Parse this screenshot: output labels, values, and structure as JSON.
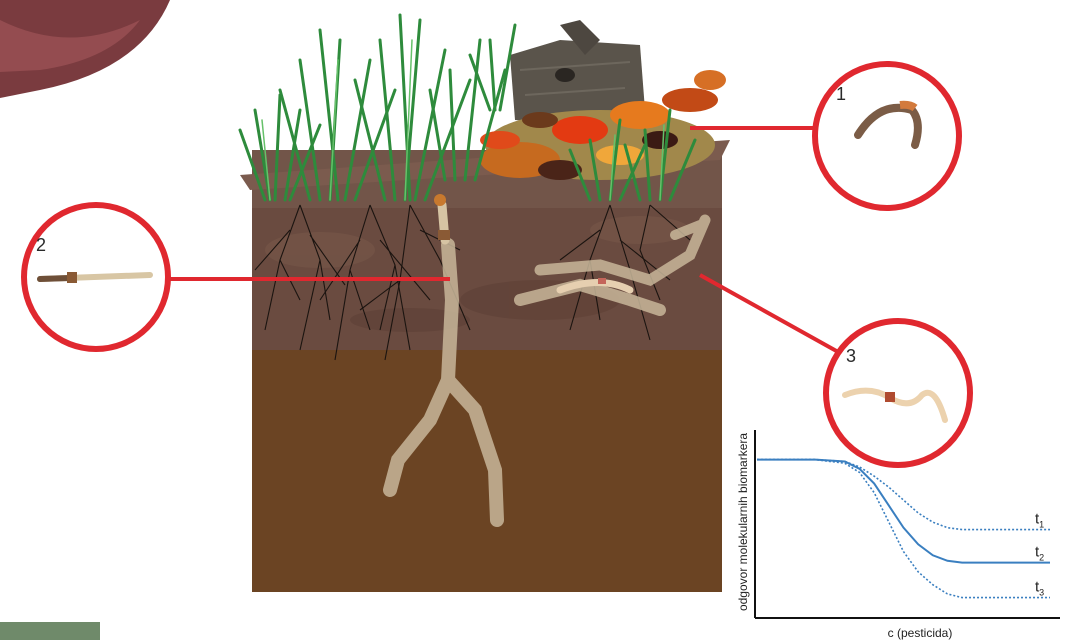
{
  "callouts": [
    {
      "number": "1"
    },
    {
      "number": "2"
    },
    {
      "number": "3"
    }
  ],
  "colors": {
    "callout_ring": "#e0282f",
    "topsoil": "#6b4e3f",
    "middle_soil": "#6a4b40",
    "deep_soil": "#6b4423",
    "side_face": "#4a2e17",
    "grass": "#2e8b3c",
    "worm": "#c8b79a",
    "curve": "#3a7fc0"
  },
  "icons": [
    "earthworm-icon",
    "leaf-litter",
    "grass-clump",
    "tree-stump",
    "root-system",
    "worm-burrow"
  ],
  "chart_data": {
    "type": "line",
    "xlabel": "c (pesticida)",
    "ylabel": "odgovor molekularnih biomarkera",
    "xlim": [
      0,
      10
    ],
    "ylim": [
      0,
      1
    ],
    "x": [
      0,
      2,
      3,
      3.5,
      4,
      4.5,
      5,
      5.5,
      6,
      6.5,
      7,
      8,
      9,
      10
    ],
    "series": [
      {
        "name": "t1",
        "style": "dotted",
        "values": [
          0.85,
          0.85,
          0.84,
          0.81,
          0.76,
          0.7,
          0.63,
          0.56,
          0.51,
          0.48,
          0.47,
          0.47,
          0.47,
          0.47
        ]
      },
      {
        "name": "t2",
        "style": "solid",
        "values": [
          0.85,
          0.85,
          0.84,
          0.8,
          0.72,
          0.6,
          0.48,
          0.39,
          0.33,
          0.3,
          0.29,
          0.29,
          0.29,
          0.29
        ]
      },
      {
        "name": "t3",
        "style": "dotted",
        "values": [
          0.85,
          0.85,
          0.83,
          0.78,
          0.67,
          0.51,
          0.35,
          0.24,
          0.17,
          0.12,
          0.1,
          0.1,
          0.1,
          0.1
        ]
      }
    ],
    "series_labels": [
      {
        "base": "t",
        "sub": "1"
      },
      {
        "base": "t",
        "sub": "2"
      },
      {
        "base": "t",
        "sub": "3"
      }
    ]
  }
}
